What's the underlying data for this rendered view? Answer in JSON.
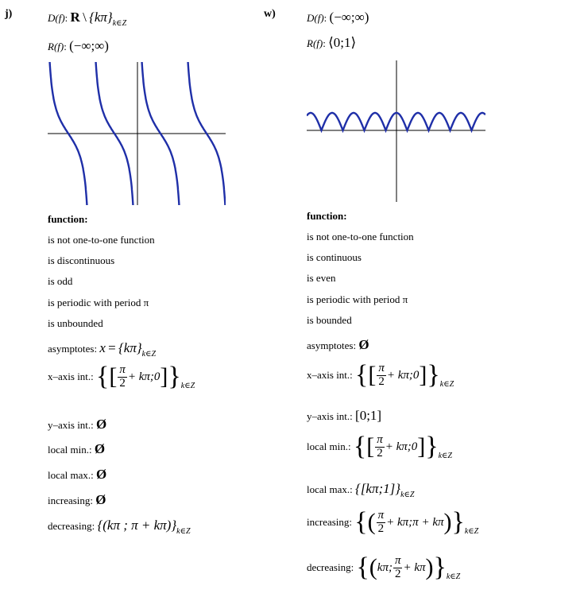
{
  "left": {
    "label": "j)",
    "domain": {
      "name": "D(f)",
      "colon": ":",
      "R": "R",
      "setminus": "\\",
      "set": "{kπ}",
      "sub": "k∈Z"
    },
    "range": {
      "name": "R(f)",
      "colon": ":",
      "value": "(−∞;∞)"
    },
    "heading": "function:",
    "props": [
      "is not one-to-one function",
      "is discontinuous",
      "is odd",
      "is periodic with period π",
      "is unbounded"
    ],
    "asymptotes": {
      "label": "asymptotes:",
      "x": "x",
      "eq": "=",
      "set": "{kπ}",
      "sub": "k∈Z"
    },
    "x_int": {
      "label": "x–axis int.:",
      "num": "π",
      "den": "2",
      "rest": "+ kπ;0",
      "sub": "k∈Z"
    },
    "y_int": {
      "label": "y–axis int.:",
      "value": "Ø"
    },
    "local_min": {
      "label": "local min.:",
      "value": "Ø"
    },
    "local_max": {
      "label": "local max.:",
      "value": "Ø"
    },
    "increasing": {
      "label": "increasing:",
      "value": "Ø"
    },
    "decreasing": {
      "label": "decreasing:",
      "value": "{(kπ ; π + kπ)}",
      "sub": "k∈Z"
    }
  },
  "right": {
    "label": "w)",
    "domain": {
      "name": "D(f)",
      "colon": ":",
      "value": "(−∞;∞)"
    },
    "range": {
      "name": "R(f)",
      "colon": ":",
      "value": "⟨0;1⟩"
    },
    "heading": "function:",
    "props": [
      "is not one-to-one function",
      "is continuous",
      "is even",
      "is periodic with period π",
      "is bounded"
    ],
    "asymptotes": {
      "label": "asymptotes:",
      "value": "Ø"
    },
    "x_int": {
      "label": "x–axis int.:",
      "num": "π",
      "den": "2",
      "rest": "+ kπ;0",
      "sub": "k∈Z"
    },
    "y_int": {
      "label": "y–axis int.:",
      "value": "[0;1]"
    },
    "local_min": {
      "label": "local min.:",
      "num": "π",
      "den": "2",
      "rest": "+ kπ;0",
      "sub": "k∈Z"
    },
    "local_max": {
      "label": "local max.:",
      "value": "{[kπ;1]}",
      "sub": "k∈Z"
    },
    "increasing": {
      "label": "increasing:",
      "num": "π",
      "den": "2",
      "pre": "",
      "mid": "+ kπ;π + kπ",
      "sub": "k∈Z"
    },
    "decreasing": {
      "label": "decreasing:",
      "pre": "kπ;",
      "num": "π",
      "den": "2",
      "mid": "+ kπ",
      "sub": "k∈Z"
    }
  },
  "colors": {
    "curve": "#1f2fa8",
    "axis": "#000000"
  }
}
